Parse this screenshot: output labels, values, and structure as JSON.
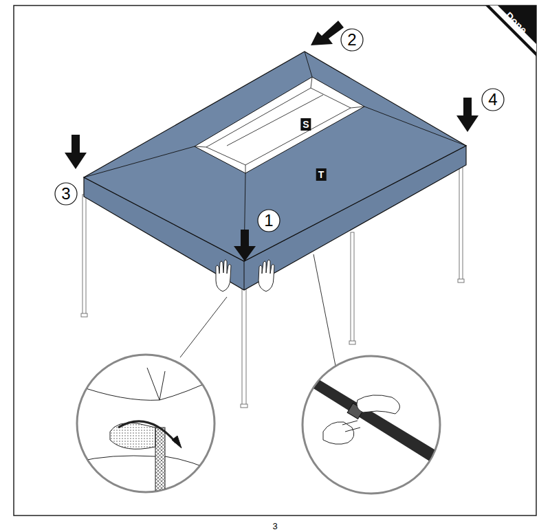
{
  "diagram": {
    "labels": [
      "2",
      "Done",
      "4",
      "S",
      "3",
      "T",
      "1",
      "3"
    ]
  }
}
